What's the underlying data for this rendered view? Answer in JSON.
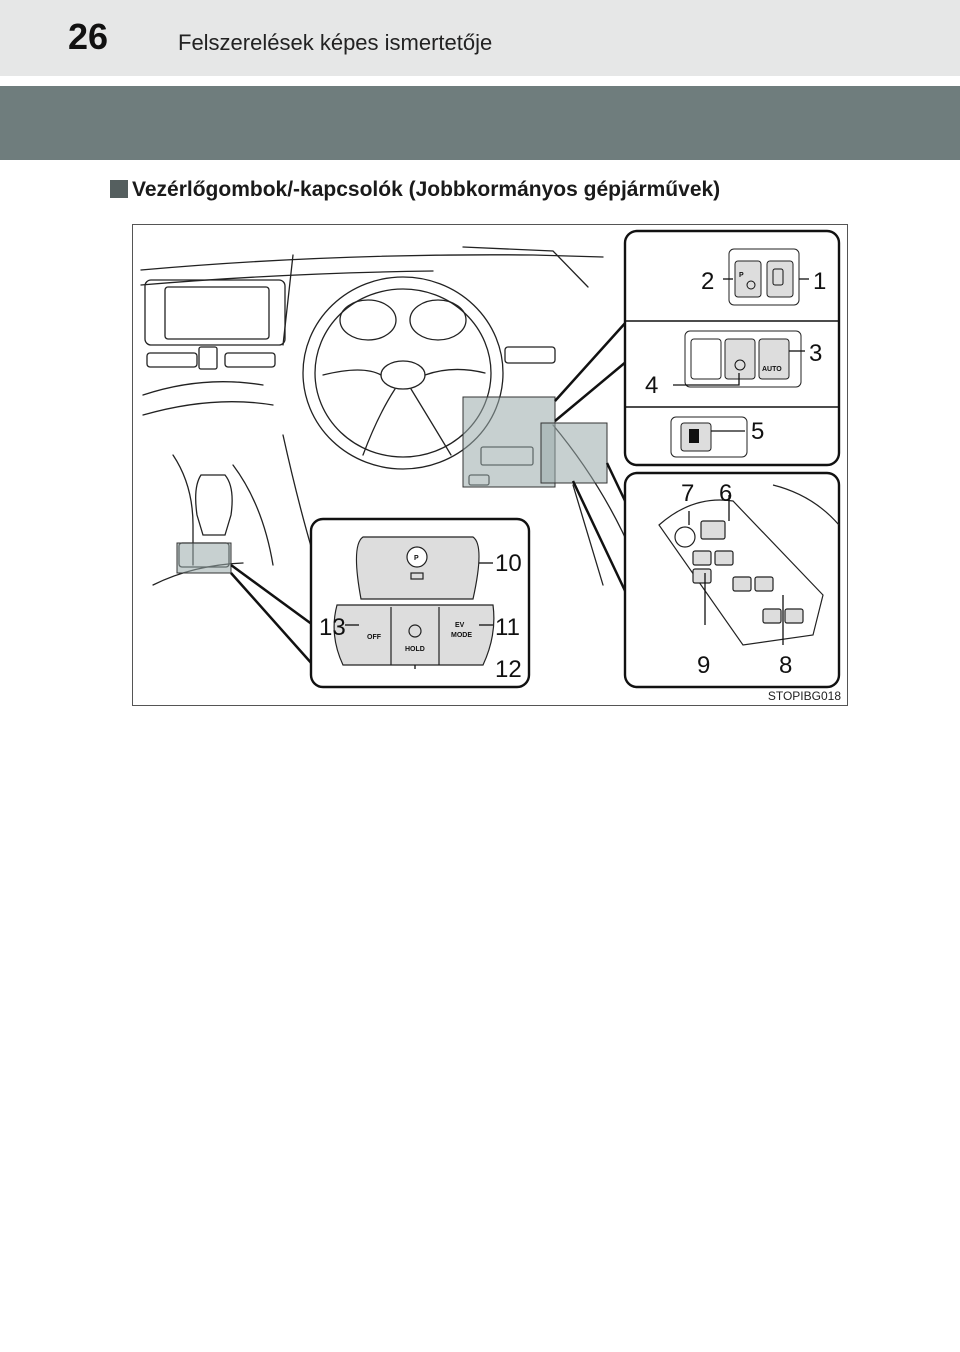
{
  "header": {
    "page_number": "26",
    "running_title": "Felszerelések képes ismertetője"
  },
  "section": {
    "title": "Vezérlőgombok/-kapcsolók (Jobbkormányos gépjárművek)"
  },
  "figure": {
    "code": "STOPIBG018",
    "callouts": [
      "1",
      "2",
      "3",
      "4",
      "5",
      "6",
      "7",
      "8",
      "9",
      "10",
      "11",
      "12",
      "13"
    ],
    "button_labels": {
      "auto": "AUTO",
      "hold": "HOLD",
      "off": "OFF",
      "ev": "EV",
      "mode": "MODE",
      "p": "P"
    }
  }
}
